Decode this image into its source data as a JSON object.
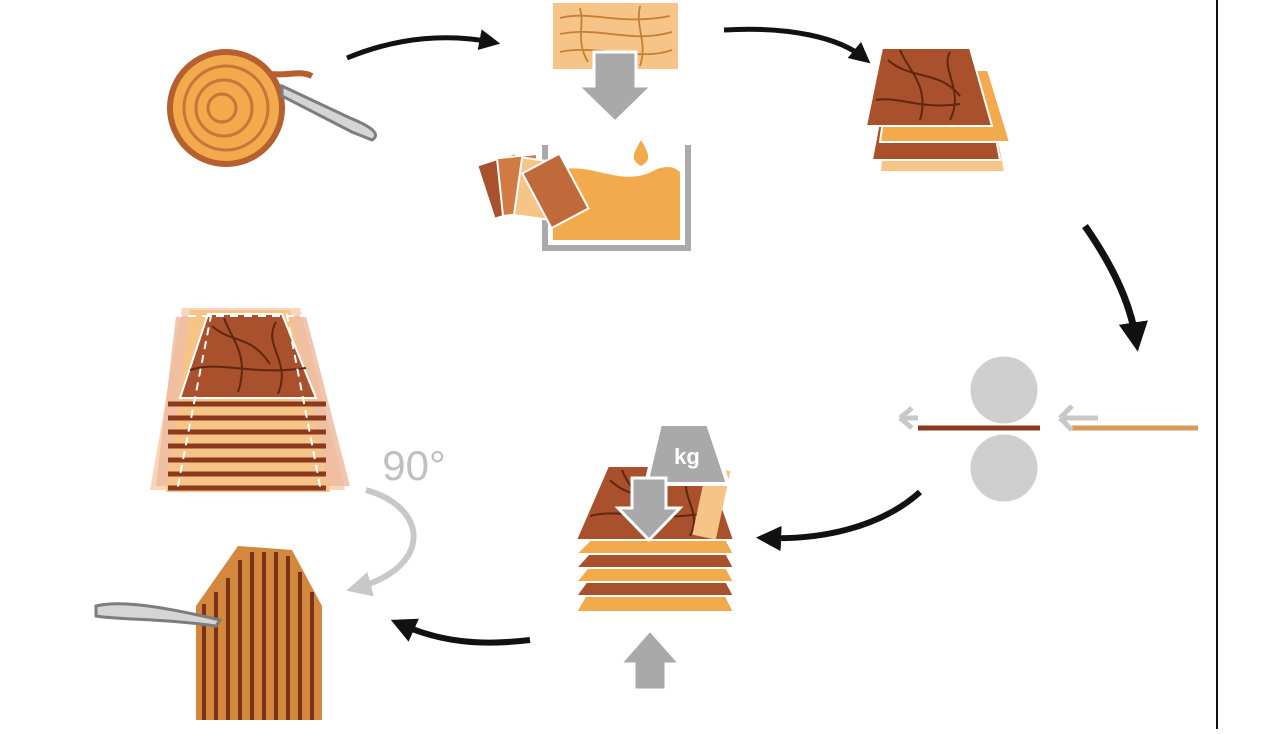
{
  "diagram": {
    "labels": {
      "weight_unit": "kg",
      "rotation_angle": "90°"
    },
    "colors": {
      "light_wood": "#f2aa4c",
      "pale_wood": "#f6c486",
      "dark_wood": "#a9502c",
      "darker_wood": "#7a3318",
      "grain": "#6b3414",
      "gray": "#b9b9b9",
      "dark_gray": "#8d8d8d",
      "arrow": "#111111"
    },
    "steps": [
      {
        "id": "peel",
        "icon": "log-peeling-icon"
      },
      {
        "id": "dye",
        "icon": "dye-bath-icon"
      },
      {
        "id": "veneer-sheets",
        "icon": "veneer-sheets-icon"
      },
      {
        "id": "roll-glue",
        "icon": "roller-press-icon"
      },
      {
        "id": "press",
        "icon": "weight-press-icon"
      },
      {
        "id": "slice",
        "icon": "slicing-block-icon"
      },
      {
        "id": "rotate",
        "icon": "rotated-stack-icon"
      }
    ]
  }
}
